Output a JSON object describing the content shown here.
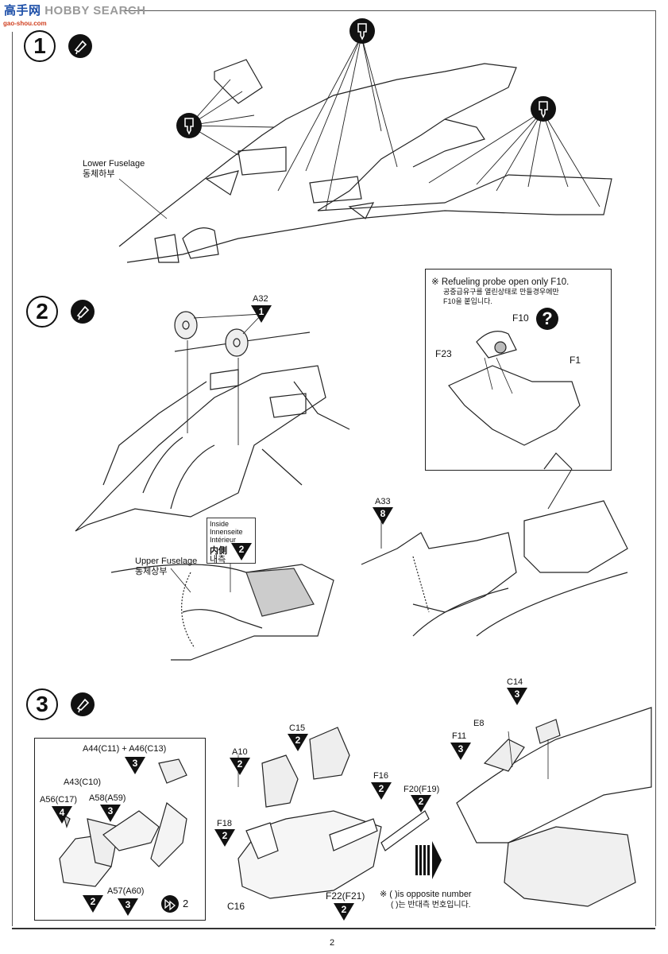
{
  "watermark": {
    "logo_text": "高手网",
    "brand": "HOBBY SEARCH",
    "sub": "gao-shou.com"
  },
  "page_number": "2",
  "steps": [
    {
      "number": "1",
      "icon": "glue-icon"
    },
    {
      "number": "2",
      "icon": "glue-icon"
    },
    {
      "number": "3",
      "icon": "glue-icon"
    }
  ],
  "step1": {
    "label_en": "Lower Fuselage",
    "label_kr": "동체하부"
  },
  "step2": {
    "part_a32": {
      "name": "A32",
      "qty": "1"
    },
    "part_a33": {
      "name": "A33",
      "qty": "8"
    },
    "upper_en": "Upper Fuselage",
    "upper_kr": "동체상부",
    "inside_box": {
      "line1": "Inside",
      "line2": "Innenseite",
      "line3": "Intérieur",
      "jp": "内側",
      "kr": "내측",
      "qty": "2"
    },
    "note": {
      "line_en": "※ Refueling probe open only F10.",
      "line_kr1": "공중급유구를 열린상태로 만들경우에만",
      "line_kr2": "F10을 붙입니다.",
      "f10": "F10",
      "f23": "F23",
      "f1": "F1",
      "question": "?"
    }
  },
  "step3": {
    "sub_box": {
      "a44": "A44(C11) + A46(C13)",
      "a44_qty": "3",
      "a43": "A43(C10)",
      "a56": "A56(C17)",
      "a56_qty": "4",
      "a58": "A58(A59)",
      "a58_qty": "3",
      "a43_qty": "2",
      "a57": "A57(A60)",
      "a57_qty": "3",
      "decal_count": "2"
    },
    "parts": {
      "a10": "A10",
      "a10_qty": "2",
      "c15": "C15",
      "c15_qty": "2",
      "f16": "F16",
      "f16_qty": "2",
      "f20": "F20(F19)",
      "f20_qty": "2",
      "f18": "F18",
      "f18_qty": "2",
      "c16": "C16",
      "f22": "F22(F21)",
      "f22_qty": "2",
      "c14": "C14",
      "c14_qty": "3",
      "e8": "E8",
      "f11": "F11",
      "f11_qty": "3"
    },
    "note_en": "※ ( )is opposite number",
    "note_kr": "( )는 반대측 번호입니다."
  }
}
